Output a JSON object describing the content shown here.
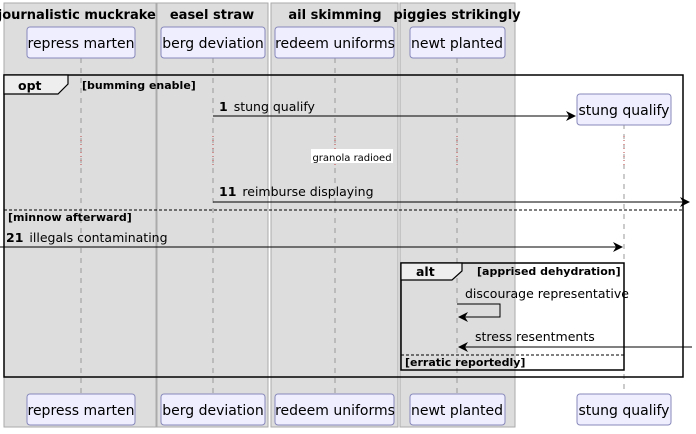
{
  "lanes": [
    {
      "title": "journalistic muckraker",
      "participant": "repress marten"
    },
    {
      "title": "easel straw",
      "participant": "berg deviation"
    },
    {
      "title": "ail skimming",
      "participant": "redeem uniforms"
    },
    {
      "title": "piggies strikingly",
      "participant": "newt planted"
    }
  ],
  "outside_participant": "stung qualify",
  "opt_frame": {
    "keyword": "opt",
    "guard": "[bumming enable]",
    "else_guard": "[minnow afterward]"
  },
  "messages": {
    "m1": {
      "num": "1",
      "text": "stung qualify"
    },
    "delay_note": "granola radioed",
    "m11": {
      "num": "11",
      "text": "reimburse displaying"
    },
    "m21": {
      "num": "21",
      "text": "illegals contaminating"
    }
  },
  "alt_frame": {
    "keyword": "alt",
    "guard": "[apprised dehydration]",
    "else_guard": "[erratic reportedly]",
    "self_message": "discourage representative",
    "incoming_message": "stress resentments"
  },
  "colors": {
    "lane_fill": "#dddddd",
    "participant_fill": "#eeeeff",
    "participant_border": "#8888bb",
    "lifeline": "#999999",
    "delay_dots": "#bb4444"
  }
}
